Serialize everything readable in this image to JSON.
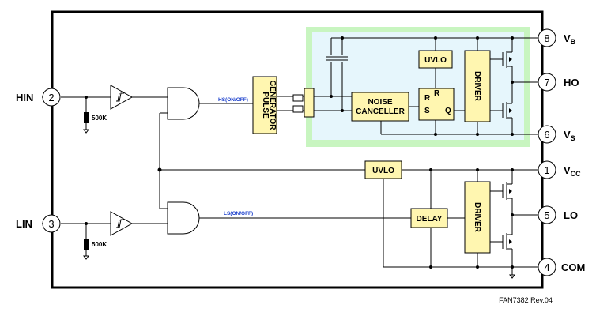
{
  "diagram": {
    "pins": [
      {
        "num": "8",
        "name": "V",
        "sub": "B"
      },
      {
        "num": "7",
        "name": "HO",
        "sub": ""
      },
      {
        "num": "6",
        "name": "V",
        "sub": "S"
      },
      {
        "num": "1",
        "name": "V",
        "sub": "CC"
      },
      {
        "num": "5",
        "name": "LO",
        "sub": ""
      },
      {
        "num": "4",
        "name": "COM",
        "sub": ""
      },
      {
        "num": "2",
        "name": "HIN",
        "sub": ""
      },
      {
        "num": "3",
        "name": "LIN",
        "sub": ""
      }
    ],
    "blocks": {
      "pulse_generator_line1": "PULSE",
      "pulse_generator_line2": "GENERATOR",
      "noise_canceller_line1": "NOISE",
      "noise_canceller_line2": "CANCELLER",
      "uvlo_high": "UVLO",
      "uvlo_low": "UVLO",
      "driver_high": "DRIVER",
      "driver_low": "DRIVER",
      "delay": "DELAY",
      "latch_r1": "R",
      "latch_r2": "R",
      "latch_s": "S",
      "latch_q": "Q"
    },
    "signals": {
      "hs": "HS(ON/OFF)",
      "ls": "LS(ON/OFF)"
    },
    "resistors": {
      "hin": "500K",
      "lin": "500K"
    },
    "footer": "FAN7382  Rev.04",
    "colors": {
      "green_band": "#c8f5c0",
      "blue_fill": "#e6f6fc",
      "block_fill": "#fff6b0",
      "signal_text": "#1a3fcc"
    }
  }
}
